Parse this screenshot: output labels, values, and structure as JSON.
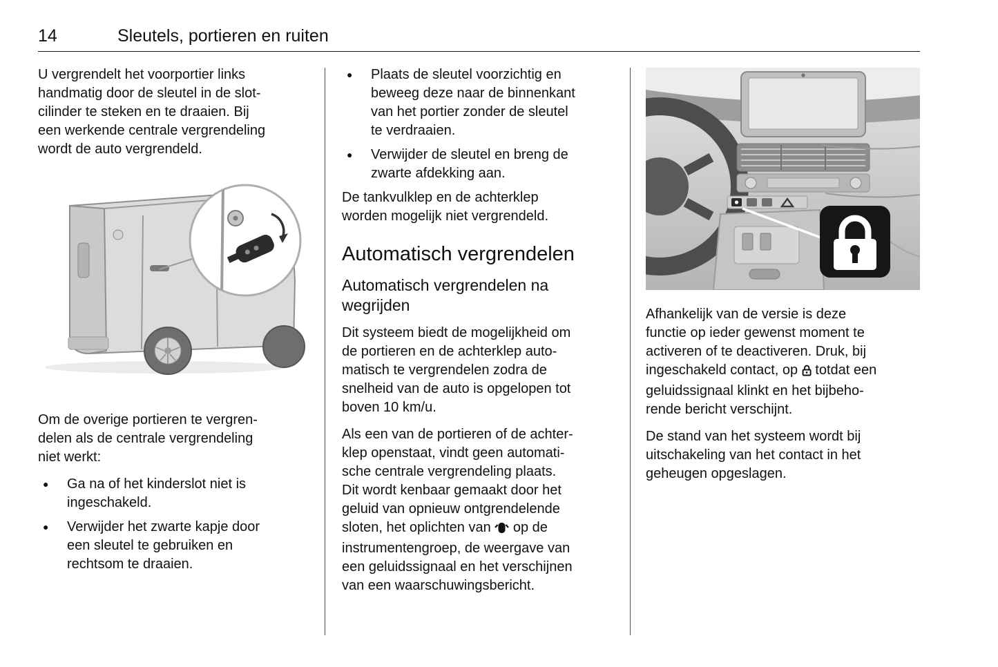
{
  "page": {
    "number": "14",
    "title": "Sleutels, portieren en ruiten"
  },
  "ui": {
    "bullet_glyph": "●"
  },
  "colors": {
    "text": "#111111",
    "header_rule": "#111111",
    "column_divider": "#4f4f4f",
    "lock_badge_bg": "#161616",
    "lock_badge_fg": "#ffffff"
  },
  "icons": {
    "inline_col2": "door-open-indicator-icon",
    "inline_col3": "central-locking-lock-icon",
    "figure1": "van-rear-key-callout-illustration",
    "figure2": "dashboard-central-locking-photo"
  },
  "col1": {
    "para1": "U vergrendelt het voorportier links\nhandmatig door de sleutel in de slot-\ncilinder te steken en te draaien. Bij\neen werkende centrale vergrendeling\nwordt de auto vergrendeld.",
    "para2": "Om de overige portieren te vergren-\ndelen als de centrale vergrendeling\nniet werkt:",
    "bullets": [
      "Ga na of het kinderslot niet is\ningeschakeld.",
      "Verwijder het zwarte kapje door\neen sleutel te gebruiken en\nrechtsom te draaien."
    ]
  },
  "col2": {
    "bullets": [
      "Plaats de sleutel voorzichtig en\nbeweeg deze naar de binnenkant\nvan het portier zonder de sleutel\nte verdraaien.",
      "Verwijder de sleutel en breng de\nzwarte afdekking aan."
    ],
    "para1": "De tankvulklep en de achterklep\nworden mogelijk niet vergrendeld.",
    "heading": "Automatisch vergrendelen",
    "subheading": "Automatisch vergrendelen na\nwegrijden",
    "para2": "Dit systeem biedt de mogelijkheid om\nde portieren en de achterklep auto-\nmatisch te vergrendelen zodra de\nsnelheid van de auto is opgelopen tot\nboven 10 km/u.",
    "para3": {
      "part1": "Als een van de portieren of de achter-\nklep openstaat, vindt geen automati-\nsche centrale vergrendeling plaats.\nDit wordt kenbaar gemaakt door het\ngeluid van opnieuw ontgrendelende\nsloten, het oplichten van ",
      "part2": " op de\ninstrumentengroep, de weergave van\neen geluidssignaal en het verschijnen\nvan een waarschuwingsbericht."
    }
  },
  "col3": {
    "para1": {
      "part1": "Afhankelijk van de versie is deze\nfunctie op ieder gewenst moment te\nactiveren of te deactiveren. Druk, bij\ningeschakeld contact, op ",
      "part2": " totdat een\ngeluidssignaal klinkt en het bijbeho-\nrende bericht verschijnt."
    },
    "para2": "De stand van het systeem wordt bij\nuitschakeling van het contact in het\ngeheugen opgeslagen."
  }
}
